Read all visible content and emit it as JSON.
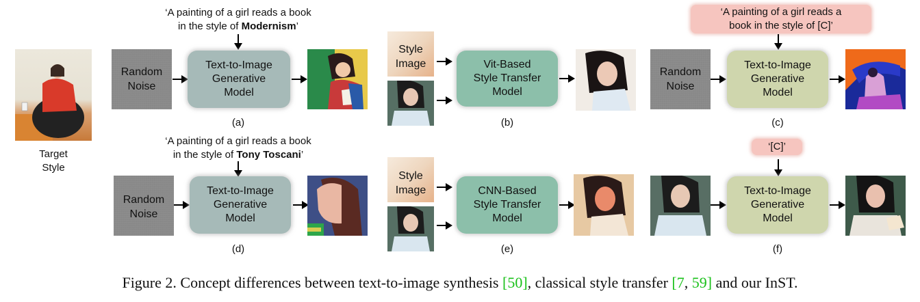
{
  "target": {
    "label_line1": "Target",
    "label_line2": "Style"
  },
  "noise_label": {
    "line1": "Random",
    "line2": "Noise"
  },
  "t2i_model": {
    "line1": "Text-to-Image",
    "line2": "Generative",
    "line3": "Model"
  },
  "vit_model": {
    "line1": "Vit-Based",
    "line2": "Style Transfer",
    "line3": "Model"
  },
  "cnn_model": {
    "line1": "CNN-Based",
    "line2": "Style Transfer",
    "line3": "Model"
  },
  "style_image": {
    "line1": "Style",
    "line2": "Image"
  },
  "prompt_a": {
    "line1": "‘A painting of a girl reads a book",
    "line2_pre": "in the style of ",
    "line2_bold": "Modernism",
    "line2_post": "’"
  },
  "prompt_d": {
    "line1": "‘A painting of a girl reads a book",
    "line2_pre": "in the style of ",
    "line2_bold": "Tony Toscani",
    "line2_post": "’"
  },
  "prompt_c": {
    "line1": "‘A painting of a girl reads a",
    "line2": "book in the style of [C]’"
  },
  "prompt_f": "‘[C]’",
  "panel_labels": {
    "a": "(a)",
    "b": "(b)",
    "c": "(c)",
    "d": "(d)",
    "e": "(e)",
    "f": "(f)"
  },
  "caption": {
    "text1": "Figure 2. Concept differences between text-to-image synthesis ",
    "ref1": "[50]",
    "text2": ", classical style transfer ",
    "ref2a": "[7",
    "ref2sep": ",",
    "ref2b": " 59]",
    "text3": " and our InST."
  }
}
